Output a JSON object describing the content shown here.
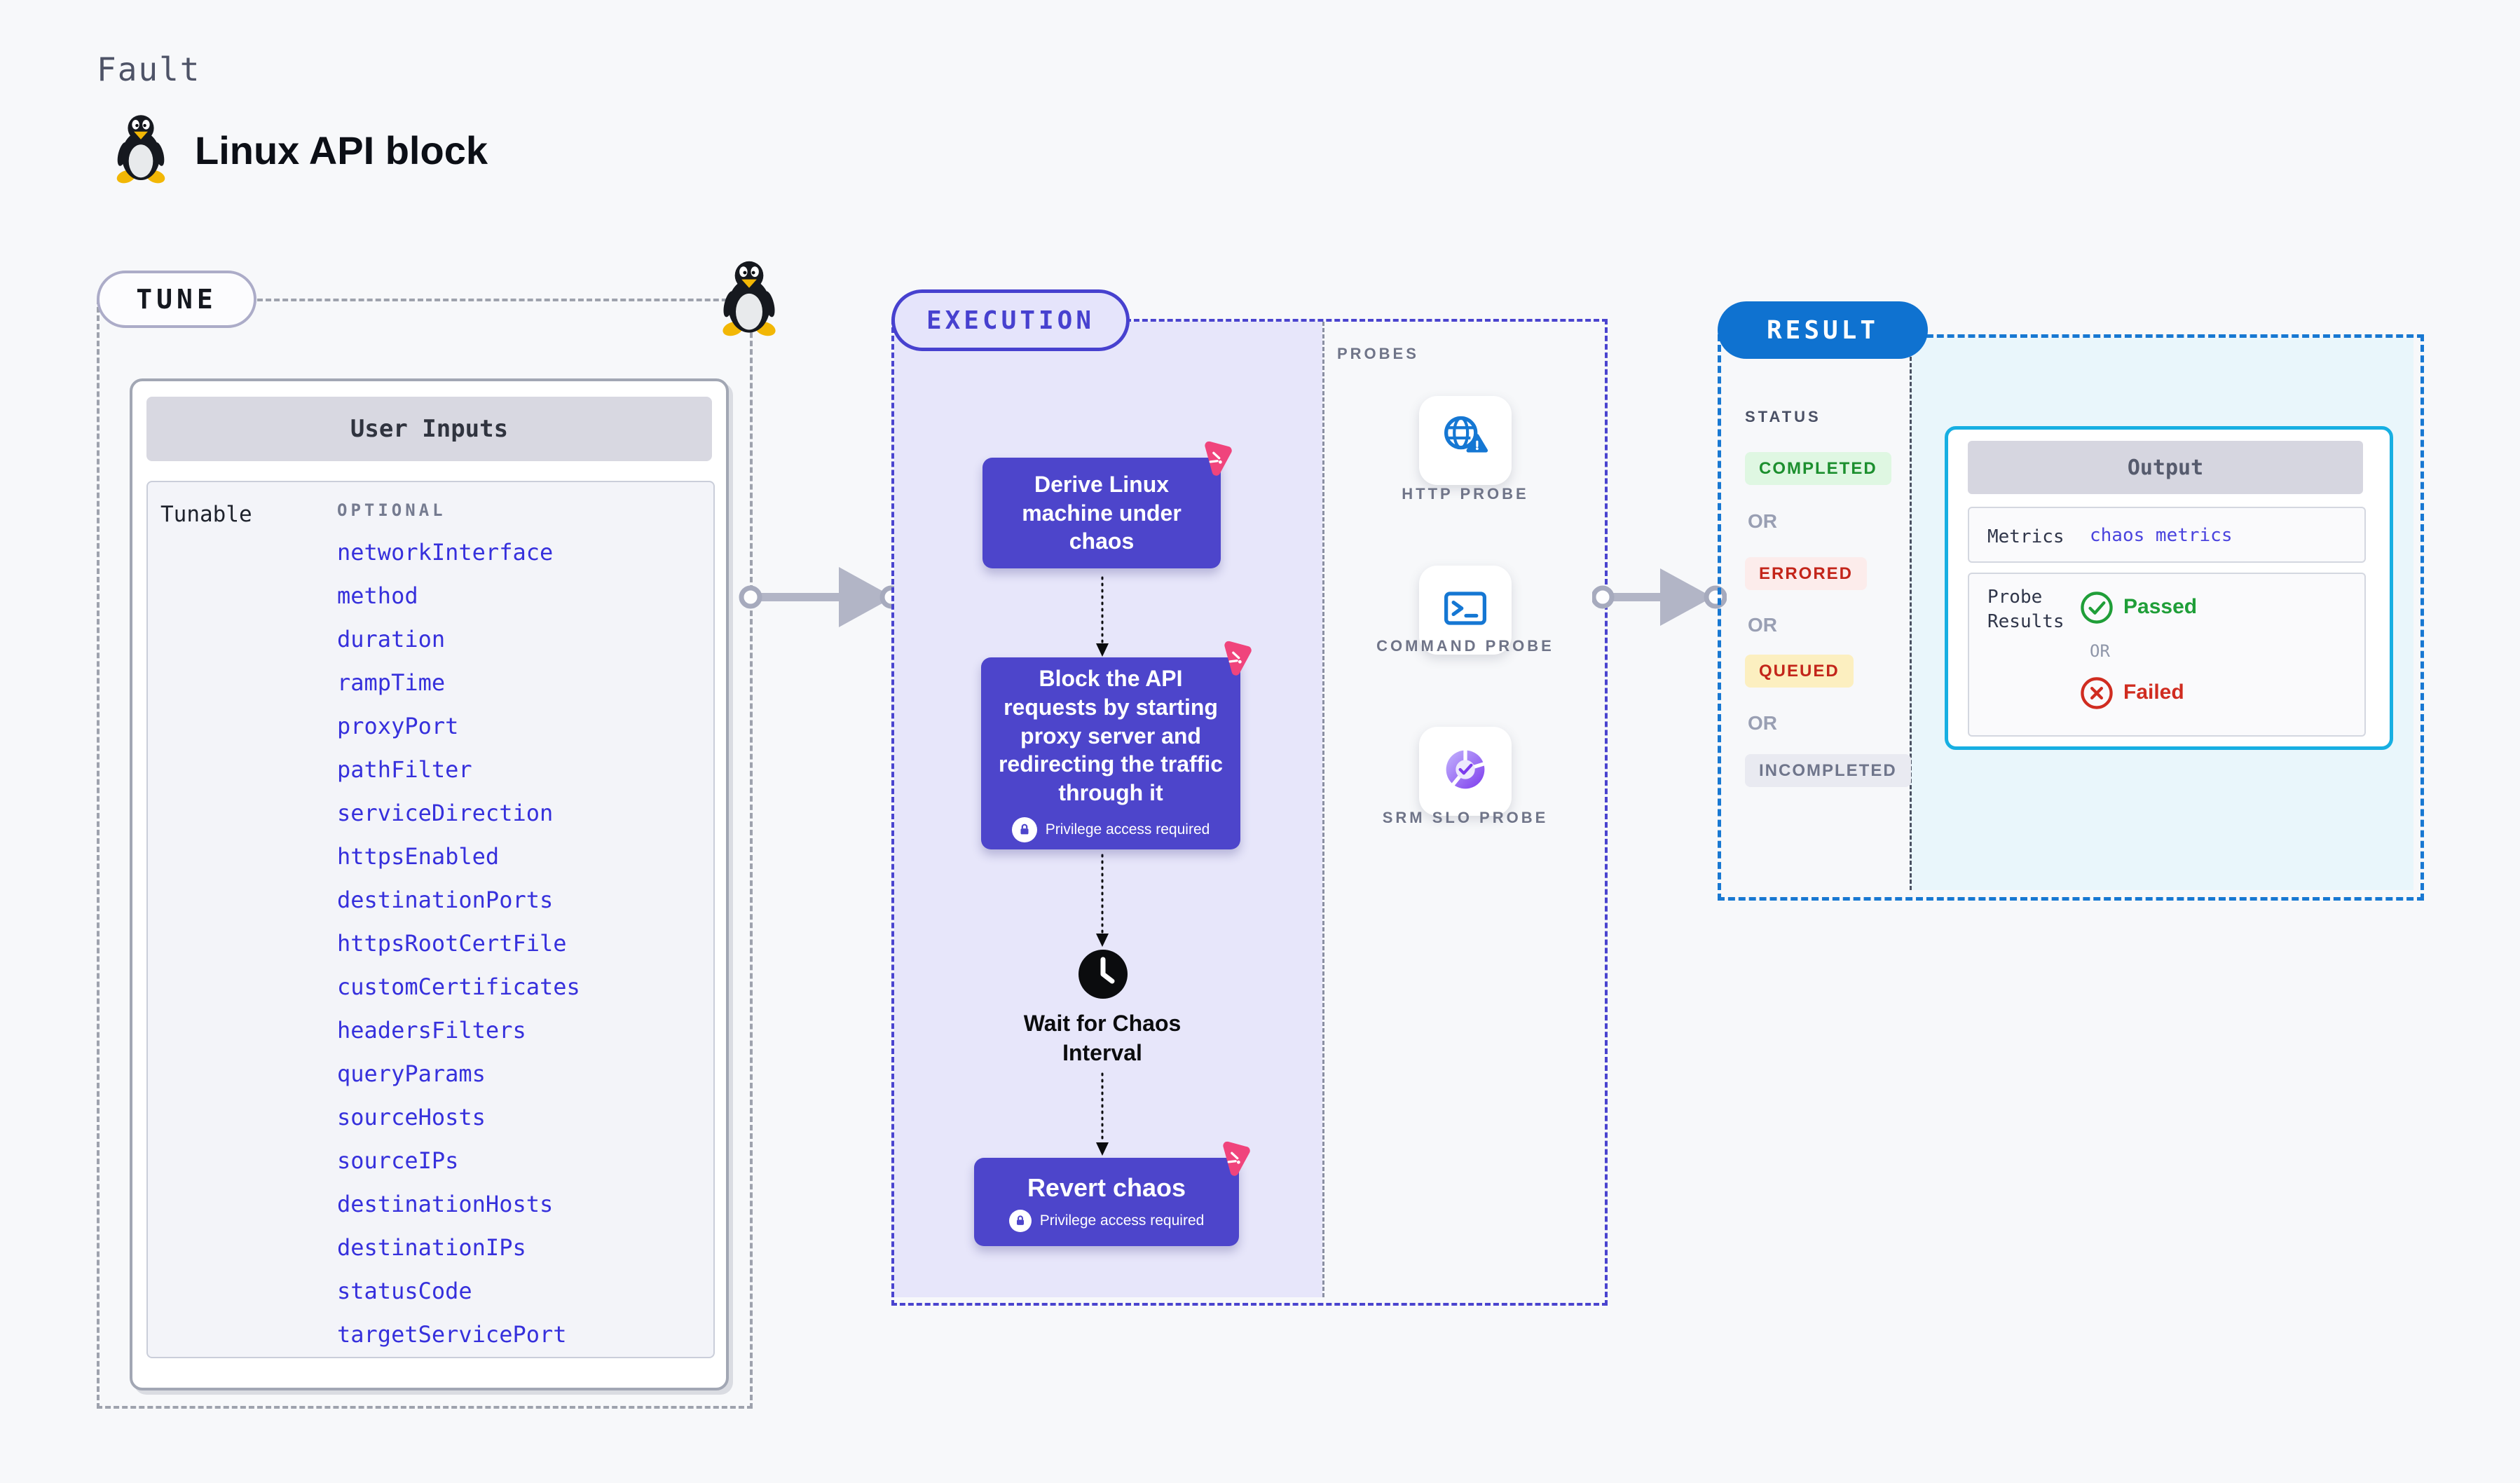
{
  "page": {
    "eyebrow": "Fault",
    "title": "Linux API block",
    "title_icon": "tux-penguin-icon"
  },
  "colors": {
    "accent_indigo": "#4D45CB",
    "accent_blue": "#0F72D0",
    "accent_cyan": "#17AFE2",
    "chaos_pink": "#F0447C",
    "param_blue": "#3630DC",
    "passed_green": "#1F9E38",
    "failed_red": "#D02C20"
  },
  "tune": {
    "badge": "TUNE",
    "panel_title": "User Inputs",
    "row_label": "Tunable",
    "column_label": "OPTIONAL",
    "params": [
      "networkInterface",
      "method",
      "duration",
      "rampTime",
      "proxyPort",
      "pathFilter",
      "serviceDirection",
      "httpsEnabled",
      "destinationPorts",
      "httpsRootCertFile",
      "customCertificates",
      "headersFilters",
      "queryParams",
      "sourceHosts",
      "sourceIPs",
      "destinationHosts",
      "destinationIPs",
      "statusCode",
      "targetServicePort"
    ]
  },
  "execution": {
    "badge": "EXECUTION",
    "step1": "Derive Linux machine under chaos",
    "step2": "Block the API requests by starting proxy server and redirecting the traffic through it",
    "step3": "Revert chaos",
    "privilege_label": "Privilege access required",
    "wait_label": "Wait for Chaos Interval",
    "wait_icon": "clock-icon",
    "step_corner_icon": "chaos-logo-icon",
    "privilege_icon": "lock-icon"
  },
  "probes": {
    "title": "PROBES",
    "items": [
      {
        "label": "HTTP PROBE",
        "icon": "globe-alert-icon"
      },
      {
        "label": "COMMAND PROBE",
        "icon": "terminal-icon"
      },
      {
        "label": "SRM SLO PROBE",
        "icon": "slo-donut-check-icon"
      }
    ]
  },
  "result": {
    "badge": "RESULT",
    "status_title": "STATUS",
    "or_label": "OR",
    "statuses": [
      {
        "label": "COMPLETED",
        "bg": "#DFF7E2",
        "fg": "#1C8F2E"
      },
      {
        "label": "ERRORED",
        "bg": "#FCECEB",
        "fg": "#C3251A"
      },
      {
        "label": "QUEUED",
        "bg": "#FCEFC0",
        "fg": "#C3251A"
      },
      {
        "label": "INCOMPLETED",
        "bg": "#E9EAF1",
        "fg": "#6F758B"
      }
    ],
    "output": {
      "title": "Output",
      "metrics_label": "Metrics",
      "metrics_value": "chaos metrics",
      "probe_results_label": "Probe Results",
      "passed_label": "Passed",
      "failed_label": "Failed",
      "or_label": "OR",
      "passed_icon": "check-circle-icon",
      "failed_icon": "x-circle-icon"
    }
  }
}
